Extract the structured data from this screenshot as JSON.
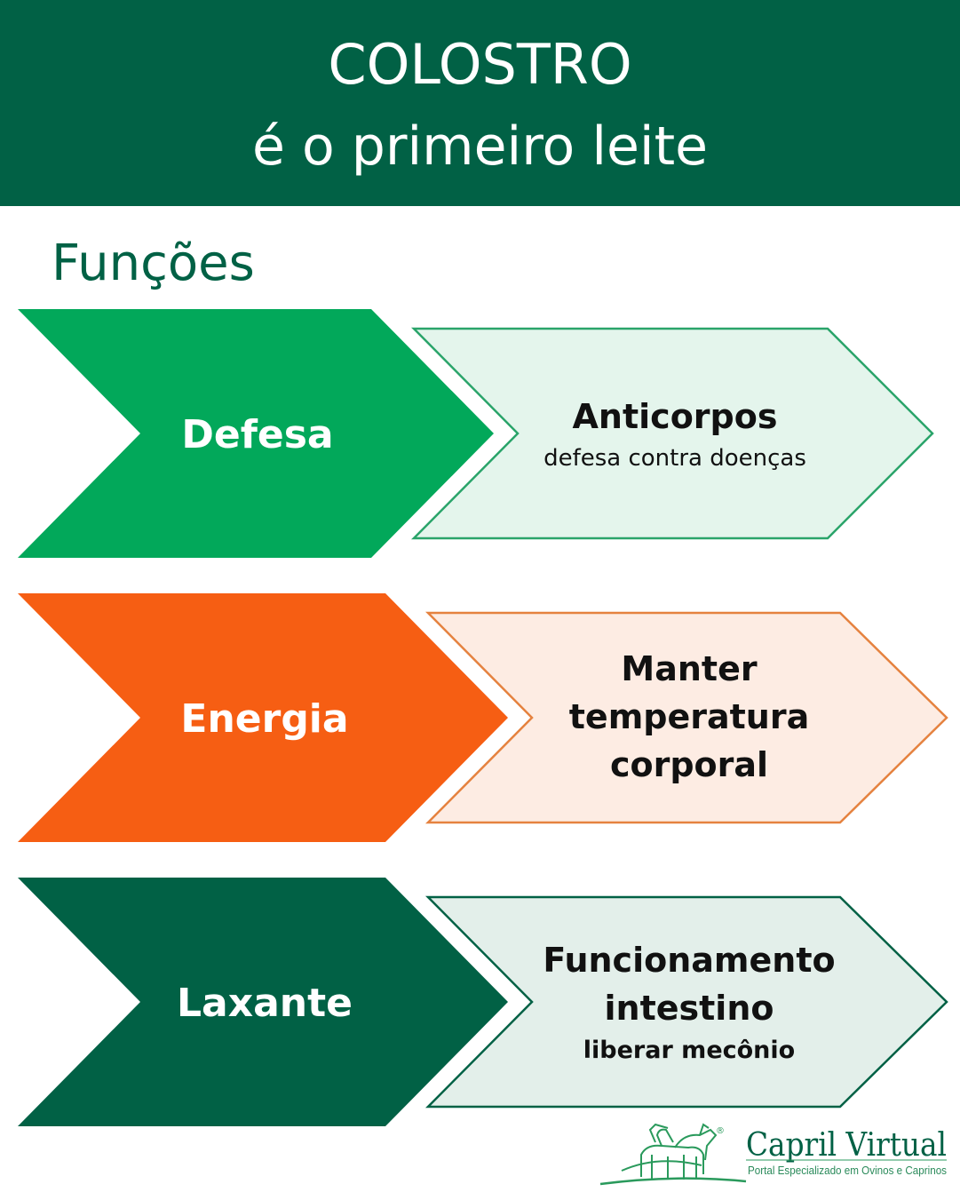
{
  "header": {
    "title_line1": "COLOSTRO",
    "title_line2": "é o primeiro leite"
  },
  "section_heading": "Funções",
  "rows": [
    {
      "label": "Defesa",
      "label_color": "#02a85a",
      "box_fill": "#e4f5ec",
      "box_stroke": "#2aa46a",
      "lines": [
        {
          "text": "Anticorpos",
          "style": "main"
        },
        {
          "text": "defesa contra doenças",
          "style": "sub"
        }
      ]
    },
    {
      "label": "Energia",
      "label_color": "#f65e13",
      "box_fill": "#fdece3",
      "box_stroke": "#e5823f",
      "lines": [
        {
          "text": "Manter",
          "style": "main"
        },
        {
          "text": "temperatura",
          "style": "main"
        },
        {
          "text": "corporal",
          "style": "main"
        }
      ]
    },
    {
      "label": "Laxante",
      "label_color": "#016145",
      "box_fill": "#e3efea",
      "box_stroke": "#016145",
      "lines": [
        {
          "text": "Funcionamento",
          "style": "main"
        },
        {
          "text": "intestino",
          "style": "main"
        },
        {
          "text": "liberar mecônio",
          "style": "sub-bold"
        }
      ]
    }
  ],
  "logo": {
    "name": "Capril Virtual",
    "tagline": "Portal Especializado em Ovinos e Caprinos",
    "registered": "®",
    "icon": "goats-icon",
    "color": "#016145"
  }
}
